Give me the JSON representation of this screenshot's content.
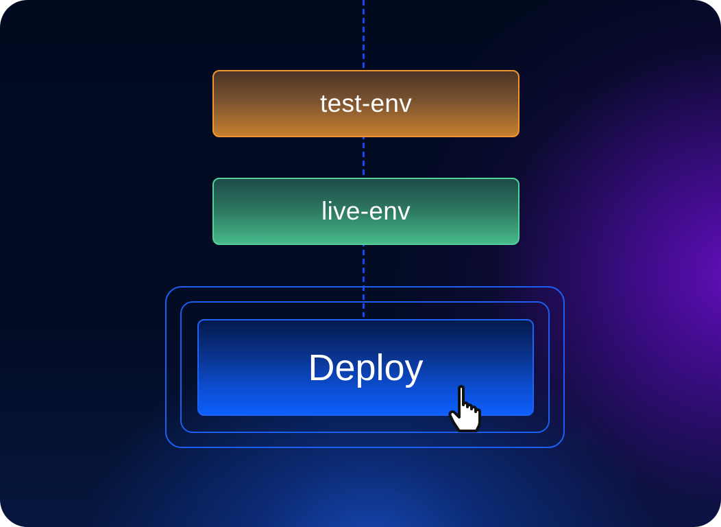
{
  "diagram": {
    "connector": {
      "style": "dashed",
      "color": "#1648ee"
    },
    "stages": [
      {
        "label": "test-env",
        "border_color": "#f0962e",
        "fill_top": "#4a3526",
        "fill_bottom": "#c67f2e"
      },
      {
        "label": "live-env",
        "border_color": "#52d29a",
        "fill_top": "#1e4a48",
        "fill_bottom": "#47b98a"
      }
    ],
    "action": {
      "label": "Deploy",
      "border_color": "#1d63f5",
      "fill_bottom": "#0d5ffb",
      "ring_color": "#1b5ef0"
    },
    "cursor_icon": "hand-pointer-icon"
  },
  "colors": {
    "background_dark": "#020a20",
    "glow_purple": "#620ebc",
    "glow_blue": "#1648b4"
  }
}
